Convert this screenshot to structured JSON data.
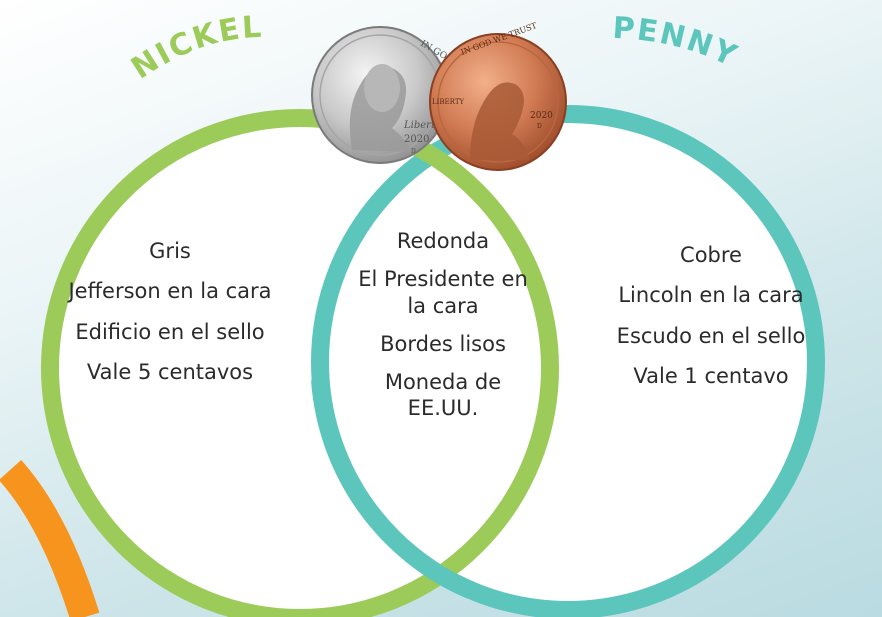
{
  "left_set": {
    "label": "NICKEL",
    "color": "#9ccb5a",
    "items": [
      "Gris",
      "Jefferson en la cara",
      "Edificio en el sello",
      "Vale 5 centavos"
    ]
  },
  "right_set": {
    "label": "PENNY",
    "color": "#5cc6bd",
    "items": [
      "Cobre",
      "Lincoln en la cara",
      "Escudo en el sello",
      "Vale 1 centavo"
    ]
  },
  "intersection": {
    "items": [
      "Redonda",
      "El Presidente en la cara",
      "Bordes lisos",
      "Moneda de EE.UU."
    ]
  },
  "coins": {
    "nickel": {
      "icon": "nickel-coin-icon",
      "motto": "IN GOD",
      "year": "2020",
      "mint": "D",
      "signature": "Liberty"
    },
    "penny": {
      "icon": "penny-coin-icon",
      "motto": "IN GOD WE TRUST",
      "liberty": "LIBERTY",
      "year": "2020",
      "mint": "D"
    }
  },
  "decoration": {
    "accent_arc_color": "#f7941d"
  }
}
